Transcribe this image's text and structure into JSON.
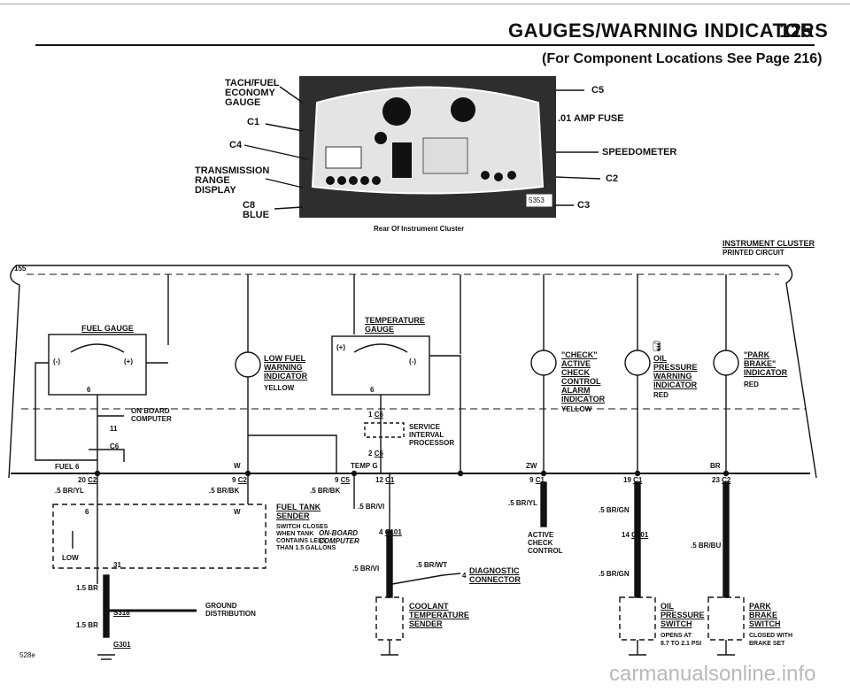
{
  "header": {
    "title": "GAUGES/WARNING INDICATORS",
    "page_number": "125",
    "subtitle": "(For Component Locations See Page 216)"
  },
  "photo": {
    "caption": "Rear Of Instrument Cluster",
    "photo_id": "5353",
    "callouts_left": {
      "tach": [
        "TACH/FUEL",
        "ECONOMY",
        "GAUGE"
      ],
      "c1": "C1",
      "c4": "C4",
      "trans": [
        "TRANSMISSION",
        "RANGE",
        "DISPLAY"
      ],
      "c8": [
        "C8",
        "BLUE"
      ]
    },
    "callouts_right": {
      "c5": "C5",
      "fuse": ".01 AMP FUSE",
      "speedo": "SPEEDOMETER",
      "c2": "C2",
      "c3": "C3"
    }
  },
  "cluster": {
    "title": "INSTRUMENT CLUSTER",
    "subtitle": "PRINTED CIRCUIT",
    "ref_155": "155"
  },
  "fuel_gauge": {
    "title": "FUEL GAUGE",
    "minus": "(-)",
    "plus": "(+)",
    "pin": "6",
    "onboard": [
      "ON BOARD",
      "COMPUTER"
    ],
    "pin11": "11",
    "c6": "C6",
    "fuel_label": "FUEL",
    "fuel_pin": "6"
  },
  "low_fuel": {
    "lines": [
      "LOW FUEL",
      "WARNING",
      "INDICATOR"
    ],
    "color": "YELLOW",
    "w": "W"
  },
  "temp_gauge": {
    "title_lines": [
      "TEMPERATURE",
      "GAUGE"
    ],
    "plus": "(+)",
    "minus": "(-)",
    "pin": "6",
    "pin1": "1",
    "c6a": "C6",
    "service": [
      "SERVICE",
      "INTERVAL",
      "PROCESSOR"
    ],
    "pin2": "2",
    "c6b": "C6",
    "temp_label": "TEMP",
    "temp_pin": "G"
  },
  "check_ctrl": {
    "lines": [
      "\"CHECK\"",
      "ACTIVE",
      "CHECK",
      "CONTROL",
      "ALARM",
      "INDICATOR"
    ],
    "color": "YELLOW",
    "zw": "ZW"
  },
  "oil_ind": {
    "lines": [
      "OIL",
      "PRESSURE",
      "WARNING",
      "INDICATOR"
    ],
    "color": "RED"
  },
  "brake_ind": {
    "lines": [
      "\"PARK",
      "BRAKE\"",
      "INDICATOR"
    ],
    "color": "RED",
    "br": "BR"
  },
  "connectors": {
    "c2_left": {
      "pin": "20",
      "name": "C2",
      "wire": ".5 BR/YL"
    },
    "c2_mid": {
      "pin": "9",
      "name": "C2",
      "wire": ".5 BR/BK"
    },
    "c5": {
      "pin": "9",
      "name": "C5",
      "wire": ".5 BR/BK"
    },
    "c1_temp": {
      "pin": "12",
      "name": "C1"
    },
    "c1_check": {
      "pin": "9",
      "name": "C1",
      "wire": ".5 BR/YL"
    },
    "c1_oil": {
      "pin": "19",
      "name": "C1",
      "wire": ".5 BR/GN"
    },
    "c2_brake": {
      "pin": "23",
      "name": "C2",
      "wire": ".5 BR/BU"
    }
  },
  "fuel_sender": {
    "pin6": "6",
    "w": "W",
    "low": "LOW",
    "pin31": "31",
    "title": [
      "FUEL TANK",
      "SENDER"
    ],
    "desc": [
      "SWITCH CLOSES",
      "WHEN TANK",
      "CONTAINS LESS",
      "THAN 1.5 GALLONS"
    ],
    "onboard": [
      "ON-BOARD",
      "COMPUTER"
    ],
    "wire_vi": ".5 BR/VI"
  },
  "ground": {
    "wire1": "1.5 BR",
    "wire2": "1.5 BR",
    "s318": "S318",
    "g301": "G301",
    "dist": [
      "GROUND",
      "DISTRIBUTION"
    ]
  },
  "c101_temp": {
    "pin": "4",
    "name": "C101",
    "wire": ".5 BR/VI",
    "wire_wt": ".5 BR/WT",
    "pin4": "4"
  },
  "diagnostic": [
    "DIAGNOSTIC",
    "CONNECTOR"
  ],
  "coolant": [
    "COOLANT",
    "TEMPERATURE",
    "SENDER"
  ],
  "active_check": [
    "ACTIVE",
    "CHECK",
    "CONTROL"
  ],
  "c101_oil": {
    "pin": "14",
    "name": "C101",
    "wire": ".5 BR/GN"
  },
  "oil_switch": {
    "title": [
      "OIL",
      "PRESSURE",
      "SWITCH"
    ],
    "desc": [
      "OPENS AT",
      "8.7 TO 2.1 PSI"
    ]
  },
  "brake_switch": {
    "title": [
      "PARK",
      "BRAKE",
      "SWITCH"
    ],
    "desc": [
      "CLOSED WITH",
      "BRAKE SET"
    ]
  },
  "footer": {
    "model": "528e",
    "watermark": "carmanualsonline.info"
  }
}
